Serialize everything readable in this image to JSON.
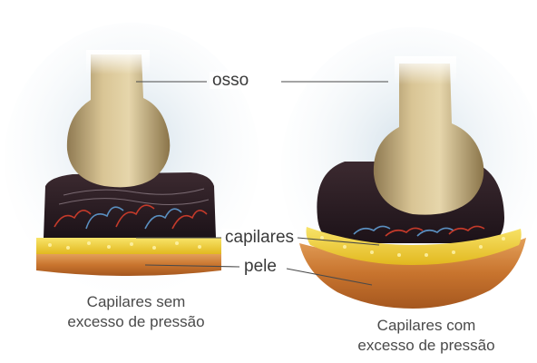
{
  "labels": {
    "bone": "osso",
    "capillaries": "capilares",
    "skin": "pele"
  },
  "captions": {
    "left": {
      "line1": "Capilares sem",
      "line2": "excesso de pressão"
    },
    "right": {
      "line1": "Capilares com",
      "line2": "excesso de pressão"
    }
  },
  "colors": {
    "bone": "#c9b384",
    "tissue_dark": "#241820",
    "fat": "#f2d63a",
    "skin": "#c8742e",
    "artery": "#c43a2a",
    "vein": "#5a8fc0",
    "text": "#3a3a3a"
  }
}
